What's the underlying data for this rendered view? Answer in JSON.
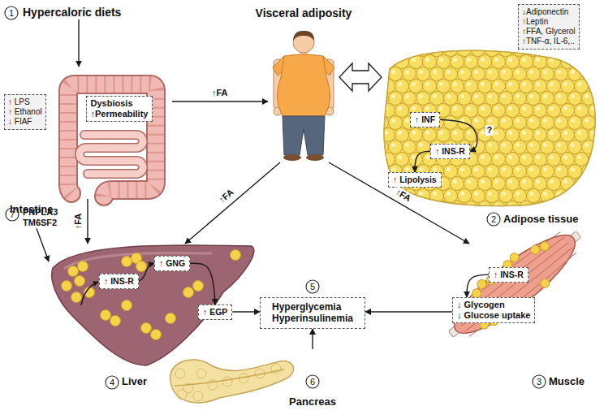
{
  "diagram": {
    "nodes": [
      {
        "text": [
          "Hypercaloric diets"
        ]
      },
      {
        "text": [
          "Intestine"
        ]
      },
      {
        "text": [
          "Dysbiosis",
          "↑Permeability"
        ],
        "in": 1
      },
      {
        "text": [
          "↑ LPS",
          "↑ Ethanol",
          "↓ FIAF"
        ]
      },
      {
        "text": [
          "Visceral adiposity"
        ]
      },
      {
        "text": [
          "↓Adiponectin",
          "↑Leptin",
          "↑FFA, Glycerol",
          "↑TNF-α, IL-6,.."
        ]
      },
      {
        "text": [
          "Adipose tissue"
        ]
      },
      {
        "text": [
          "↑ INF"
        ],
        "in": 6
      },
      {
        "text": [
          "↑ INS-R"
        ],
        "in": 6
      },
      {
        "text": [
          "↑ Lipolysis"
        ],
        "in": 6
      },
      {
        "text": [
          "PNPLA3",
          "TM6SF2"
        ]
      },
      {
        "text": [
          "Liver"
        ]
      },
      {
        "text": [
          "↑ INS-R"
        ],
        "in": 11
      },
      {
        "text": [
          "↑ GNG"
        ],
        "in": 11
      },
      {
        "text": [
          "↑ EGP"
        ],
        "in": 11
      },
      {
        "text": [
          "Hyperglycemia",
          "Hyperinsulinemia"
        ]
      },
      {
        "text": [
          "Muscle"
        ]
      },
      {
        "text": [
          "↑ INS-R"
        ],
        "in": 16
      },
      {
        "text": [
          "↓ Glycogen",
          "↓ Glucose uptake"
        ],
        "in": 16
      },
      {
        "text": [
          "Pancreas"
        ]
      }
    ],
    "edges": [
      {
        "from": 0,
        "to": 1,
        "arrow": "to"
      },
      {
        "from": 1,
        "to": 4,
        "label": "↑FA",
        "arrow": "to"
      },
      {
        "from": 4,
        "to": 6,
        "arrow": "both"
      },
      {
        "from": 1,
        "to": 11,
        "label": "↑FA",
        "arrow": "to"
      },
      {
        "from": 4,
        "to": 11,
        "label": "↑FA",
        "arrow": "to"
      },
      {
        "from": 4,
        "to": 16,
        "label": "↑FA",
        "arrow": "to"
      },
      {
        "from": 10,
        "to": 11,
        "arrow": "to"
      },
      {
        "from": 7,
        "to": 8,
        "label": "?",
        "arrow": "to"
      },
      {
        "from": 8,
        "to": 9,
        "arrow": "to"
      },
      {
        "from": 12,
        "to": 13,
        "arrow": "to"
      },
      {
        "from": 13,
        "to": 14,
        "arrow": "to"
      },
      {
        "from": 14,
        "to": 15,
        "arrow": "to"
      },
      {
        "from": 18,
        "to": 15,
        "arrow": "to"
      },
      {
        "from": 17,
        "to": 18,
        "arrow": "to"
      },
      {
        "from": 19,
        "to": 15,
        "arrow": "to"
      }
    ],
    "labels": [
      "1",
      "2",
      "3",
      "4",
      "5",
      "6",
      "7"
    ]
  }
}
